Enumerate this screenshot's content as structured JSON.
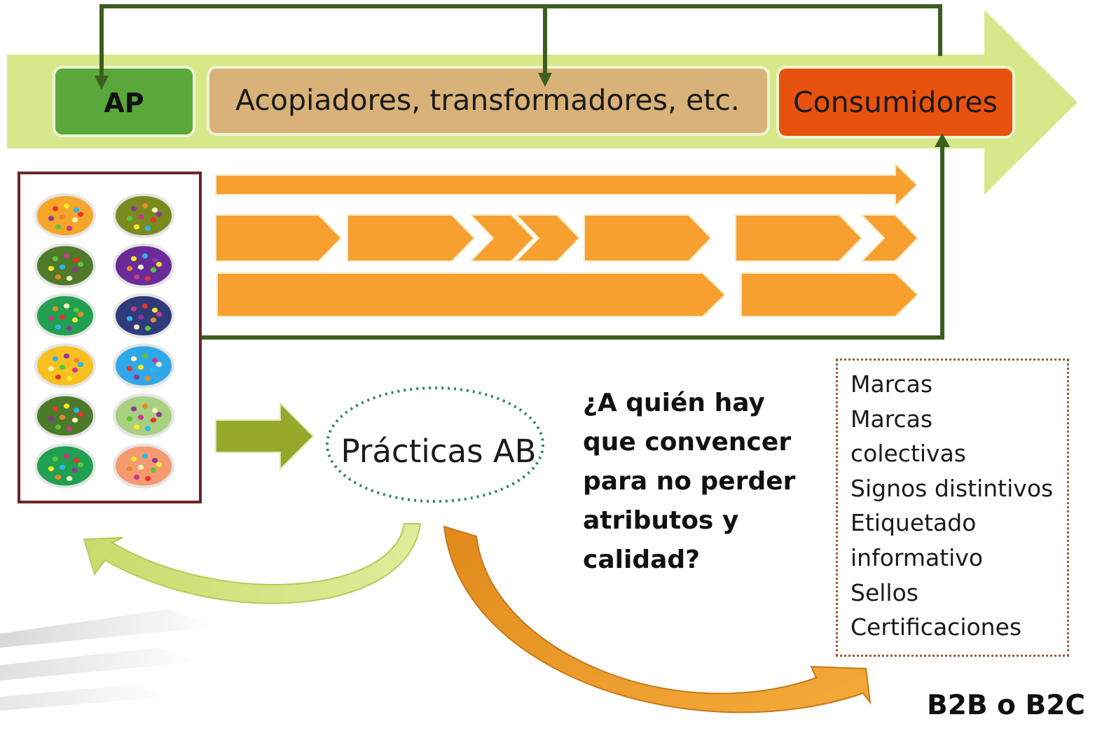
{
  "stages": [
    {
      "id": "ap",
      "label": "AP",
      "color": "#5aa83a"
    },
    {
      "id": "intermediaries",
      "label": "Acopiadores, transformadores, etc.",
      "color": "#d9b27a"
    },
    {
      "id": "consumers",
      "label": "Consumidores",
      "color": "#e8520f"
    }
  ],
  "practice_label": "Prácticas AB",
  "question_lines": [
    "¿A quién hay",
    "que convencer",
    "para no perder",
    "atributos y",
    "calidad?"
  ],
  "tools": [
    "Marcas",
    "Marcas",
    "colectivas",
    "Signos distintivos",
    "Etiquetado",
    "informativo",
    "Sellos",
    "Certificaciones"
  ],
  "footer_label": "B2B o B2C",
  "colors": {
    "band": "#d6e88a",
    "connector": "#3c5e1e",
    "flow_arrows": "#f7a030",
    "producer_box_border": "#6b2626",
    "practice_ellipse": "#2e8b57",
    "feedback_arrow": "#cfe27a",
    "consumer_arrow": "#e79a24"
  },
  "producer_colors": [
    "#f5a52a",
    "#7a8a1e",
    "#4e7a2a",
    "#6a2a9a",
    "#20a050",
    "#2f3a7a",
    "#f7c020",
    "#30a8e8",
    "#4a7a2a",
    "#a8d080",
    "#20a050",
    "#f59a70"
  ],
  "dot_colors": [
    "#e8342a",
    "#f5e82a",
    "#2ab8e8",
    "#8a3a9a",
    "#e88a2a",
    "#f5f5c0",
    "#5ac83a",
    "#c83a8a"
  ]
}
